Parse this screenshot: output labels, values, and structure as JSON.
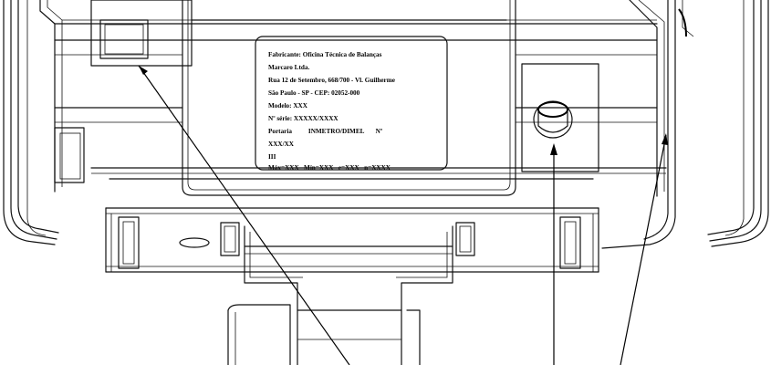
{
  "nameplate": {
    "lines": [
      "Fabricante: Oficina Técnica de Balanças",
      "Marcaro Ltda.",
      "Rua 12 de Setembro, 668/700 - Vl. Guilherme",
      "São Paulo - SP - CEP: 02052-000",
      "Modelo: XXX",
      "Nº série: XXXXX/XXXX",
      "Portaria          INMETRO/DIMEL       Nº",
      "XXX/XX",
      "III",
      "Máx=XXX   Mín=XXX   e=XXX   n=XXXX"
    ]
  }
}
